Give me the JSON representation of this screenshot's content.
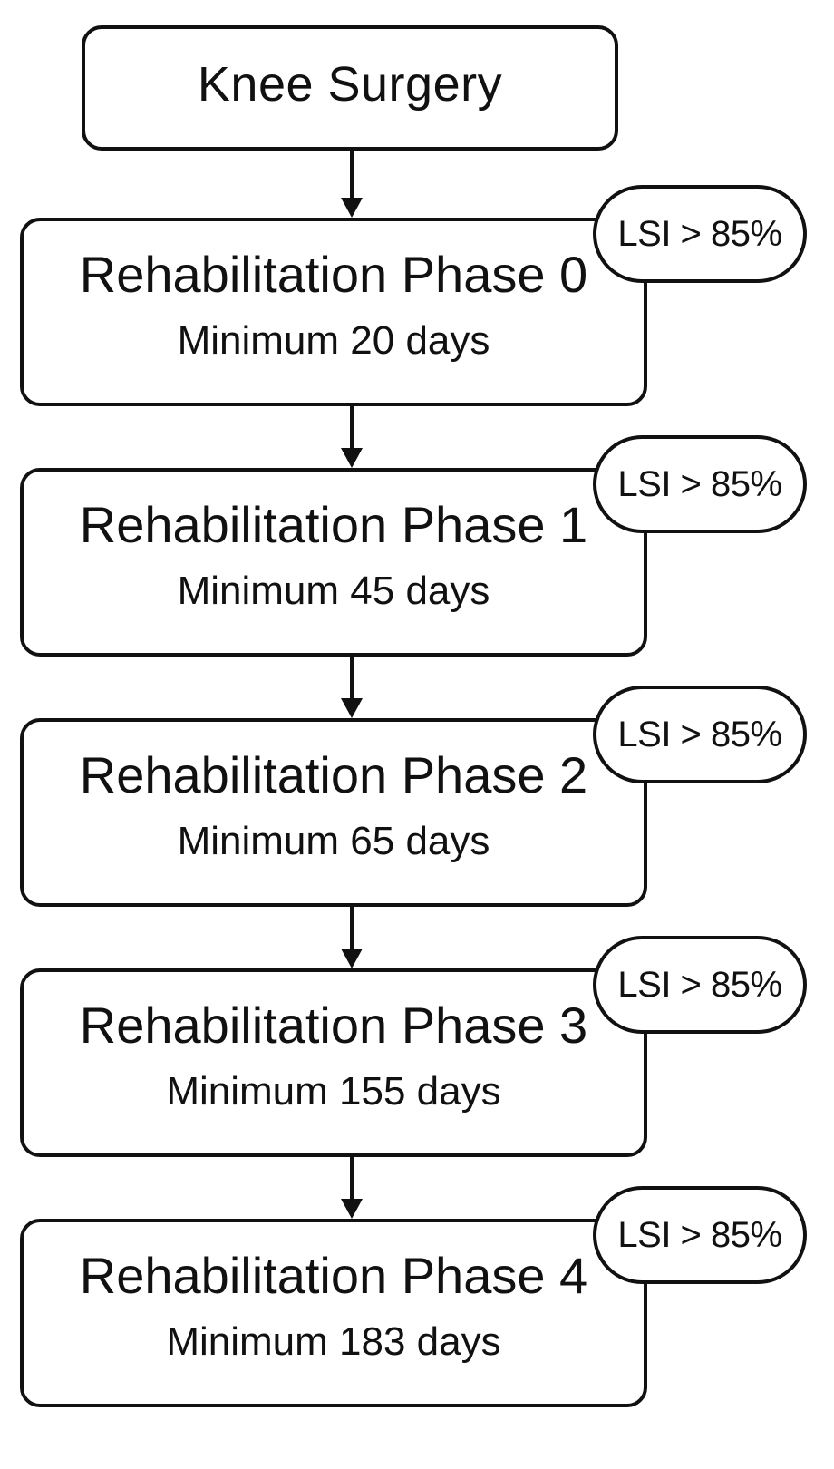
{
  "start": {
    "label": "Knee Surgery"
  },
  "phases": [
    {
      "title": "Rehabilitation Phase 0",
      "minimum": "Minimum 20 days",
      "criterion": "LSI > 85%"
    },
    {
      "title": "Rehabilitation Phase 1",
      "minimum": "Minimum 45 days",
      "criterion": "LSI > 85%"
    },
    {
      "title": "Rehabilitation Phase 2",
      "minimum": "Minimum 65 days",
      "criterion": "LSI > 85%"
    },
    {
      "title": "Rehabilitation Phase 3",
      "minimum": "Minimum 155 days",
      "criterion": "LSI > 85%"
    },
    {
      "title": "Rehabilitation Phase 4",
      "minimum": "Minimum 183 days",
      "criterion": "LSI > 85%"
    }
  ]
}
